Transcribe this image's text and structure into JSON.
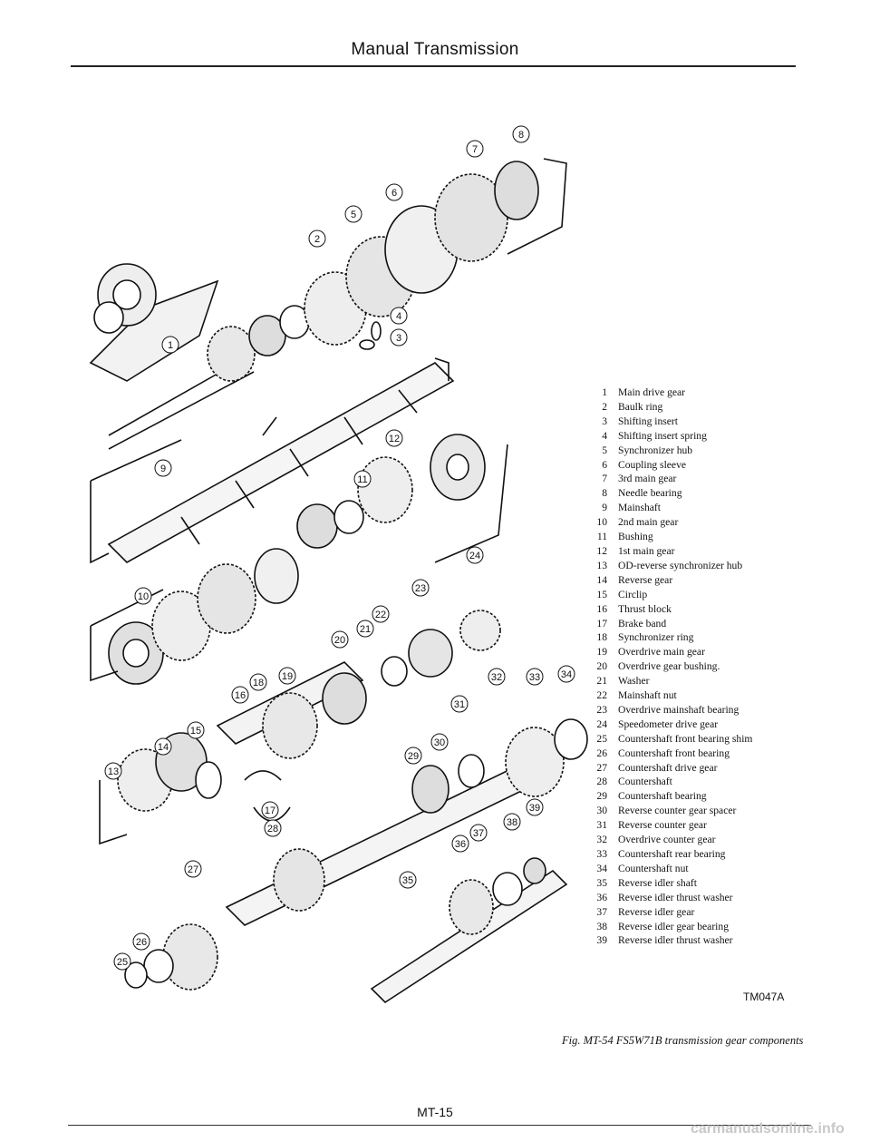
{
  "page": {
    "header": "Manual Transmission",
    "footer": "MT-15",
    "figure_code": "TM047A",
    "caption": "Fig. MT-54  FS5W71B transmission gear components",
    "watermark": "carmanualsonline.info"
  },
  "legend": [
    {
      "num": "1",
      "label": "Main drive gear"
    },
    {
      "num": "2",
      "label": "Baulk ring"
    },
    {
      "num": "3",
      "label": "Shifting insert"
    },
    {
      "num": "4",
      "label": "Shifting insert spring"
    },
    {
      "num": "5",
      "label": "Synchronizer hub"
    },
    {
      "num": "6",
      "label": "Coupling sleeve"
    },
    {
      "num": "7",
      "label": "3rd main gear"
    },
    {
      "num": "8",
      "label": "Needle bearing"
    },
    {
      "num": "9",
      "label": "Mainshaft"
    },
    {
      "num": "10",
      "label": "2nd main gear"
    },
    {
      "num": "11",
      "label": "Bushing"
    },
    {
      "num": "12",
      "label": "1st main gear"
    },
    {
      "num": "13",
      "label": "OD-reverse synchronizer hub"
    },
    {
      "num": "14",
      "label": "Reverse gear"
    },
    {
      "num": "15",
      "label": "Circlip"
    },
    {
      "num": "16",
      "label": "Thrust block"
    },
    {
      "num": "17",
      "label": "Brake band"
    },
    {
      "num": "18",
      "label": "Synchronizer ring"
    },
    {
      "num": "19",
      "label": "Overdrive main gear"
    },
    {
      "num": "20",
      "label": "Overdrive gear bushing."
    },
    {
      "num": "21",
      "label": "Washer"
    },
    {
      "num": "22",
      "label": "Mainshaft nut"
    },
    {
      "num": "23",
      "label": "Overdrive mainshaft bearing"
    },
    {
      "num": "24",
      "label": "Speedometer drive gear"
    },
    {
      "num": "25",
      "label": "Countershaft front bearing shim"
    },
    {
      "num": "26",
      "label": "Countershaft front bearing"
    },
    {
      "num": "27",
      "label": "Countershaft drive gear"
    },
    {
      "num": "28",
      "label": "Countershaft"
    },
    {
      "num": "29",
      "label": "Countershaft bearing"
    },
    {
      "num": "30",
      "label": "Reverse counter gear spacer"
    },
    {
      "num": "31",
      "label": "Reverse counter gear"
    },
    {
      "num": "32",
      "label": "Overdrive counter gear"
    },
    {
      "num": "33",
      "label": "Countershaft rear bearing"
    },
    {
      "num": "34",
      "label": "Countershaft nut"
    },
    {
      "num": "35",
      "label": "Reverse idler shaft"
    },
    {
      "num": "36",
      "label": "Reverse idler thrust washer"
    },
    {
      "num": "37",
      "label": "Reverse idler gear"
    },
    {
      "num": "38",
      "label": "Reverse idler gear bearing"
    },
    {
      "num": "39",
      "label": "Reverse idler thrust washer"
    }
  ],
  "callouts": [
    "1",
    "2",
    "3",
    "4",
    "5",
    "6",
    "7",
    "8",
    "9",
    "10",
    "11",
    "12",
    "13",
    "14",
    "15",
    "16",
    "17",
    "18",
    "19",
    "20",
    "21",
    "22",
    "23",
    "24",
    "25",
    "26",
    "27",
    "28",
    "29",
    "30",
    "31",
    "32",
    "33",
    "34",
    "35",
    "36",
    "37",
    "38",
    "39"
  ]
}
